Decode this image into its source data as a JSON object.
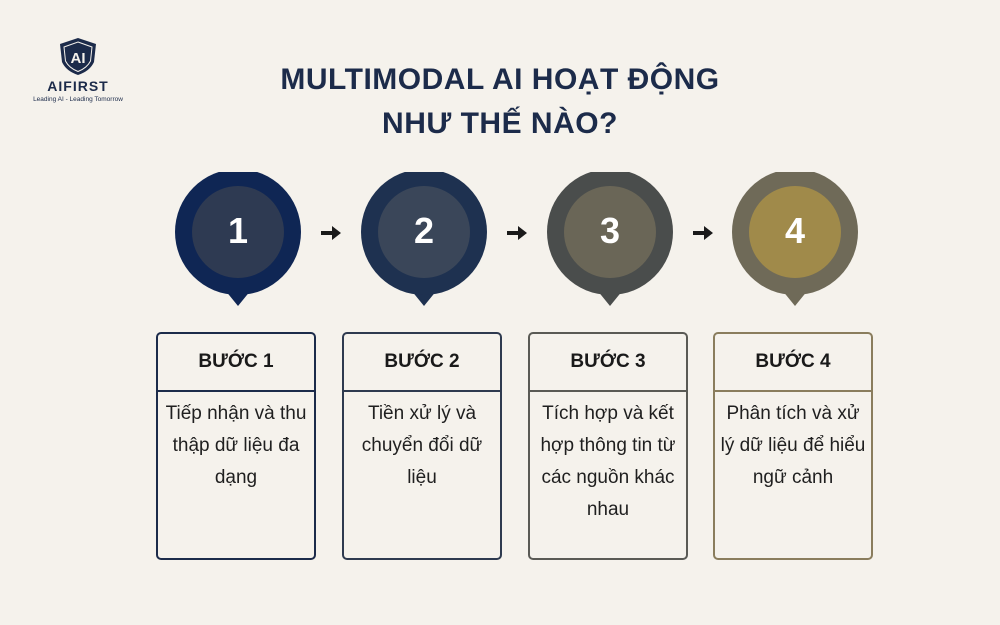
{
  "logo": {
    "mark": "AI",
    "name": "AIFIRST",
    "tagline": "Leading AI - Leading Tomorrow"
  },
  "title": {
    "line1": "MULTIMODAL AI HOẠT ĐỘNG",
    "line2": "NHƯ THẾ NÀO?"
  },
  "steps": [
    {
      "number": "1",
      "heading": "BƯỚC 1",
      "text": "Tiếp nhận và thu thập dữ liệu đa dạng",
      "outer_color": "#0f2654",
      "inner_color": "#2e3a52",
      "border_color": "#1c2b4a"
    },
    {
      "number": "2",
      "heading": "BƯỚC 2",
      "text": "Tiền xử lý và chuyển đổi dữ liệu",
      "outer_color": "#1e3150",
      "inner_color": "#3a4659",
      "border_color": "#2e3a4f"
    },
    {
      "number": "3",
      "heading": "BƯỚC 3",
      "text": "Tích hợp và kết hợp thông tin từ các nguồn khác nhau",
      "outer_color": "#4a4d4c",
      "inner_color": "#6a6657",
      "border_color": "#5a5a55"
    },
    {
      "number": "4",
      "heading": "BƯỚC 4",
      "text": "Phân tích và xử lý dữ liệu để hiểu ngữ cảnh",
      "outer_color": "#6f6a58",
      "inner_color": "#a08a4a",
      "border_color": "#8a7d5d"
    }
  ],
  "arrow_icon": "arrow-right-icon"
}
